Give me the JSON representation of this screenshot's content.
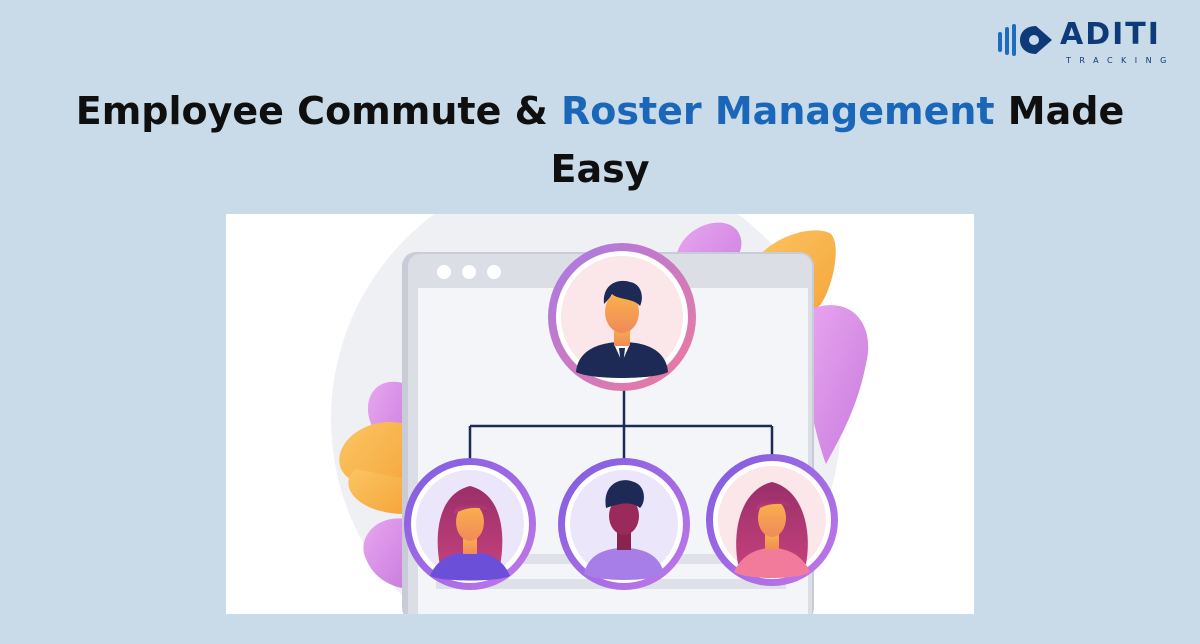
{
  "brand": {
    "name": "ADITI",
    "tagline": "TRACKING",
    "color": "#0d3a78"
  },
  "headline": {
    "part1": "Employee Commute & ",
    "highlight": "Roster Management",
    "part2": " Made Easy",
    "highlight_color": "#1a66b8"
  },
  "illustration": {
    "icons": [
      "browser-window-icon",
      "manager-avatar-icon",
      "female-employee-icon",
      "male-employee-icon",
      "female-employee-icon"
    ]
  },
  "colors": {
    "background": "#c9dae8",
    "blob_purple": "#d98ee6",
    "blob_orange": "#f8b64c"
  }
}
